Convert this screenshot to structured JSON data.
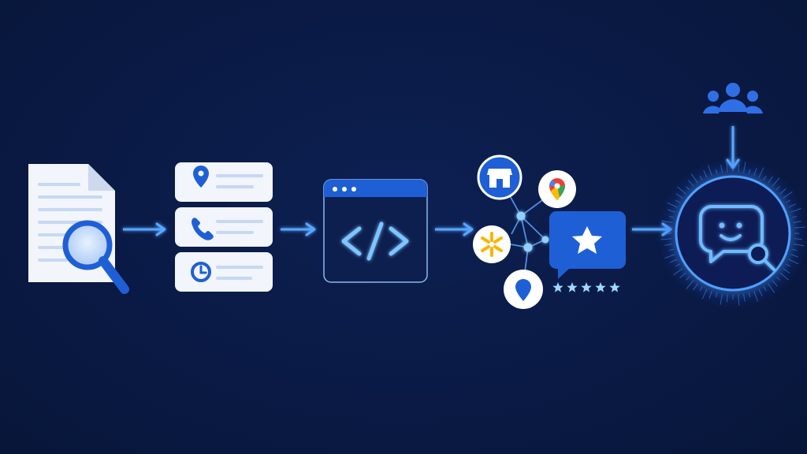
{
  "colors": {
    "background": "#0a1a45",
    "card": "#f2f5fb",
    "card_line": "#c7d8f3",
    "brand_blue": "#1f5fd6",
    "arrow": "#58a6ff",
    "glow": "#3f8cff",
    "node": "#8fd0ff",
    "star": "#9ed8ff"
  },
  "diagram": {
    "steps": [
      {
        "name": "document-audit",
        "icons": [
          "document-icon",
          "magnifier-icon"
        ]
      },
      {
        "name": "business-info-cards",
        "icons": [
          "location-pin-icon",
          "phone-icon",
          "clock-icon"
        ]
      },
      {
        "name": "schema-code-window",
        "icons": [
          "browser-window-icon",
          "code-brackets-icon"
        ]
      },
      {
        "name": "citation-network",
        "icons": [
          "storefront-icon",
          "google-maps-icon",
          "walmart-spark-icon",
          "map-pin-icon",
          "review-star-icon"
        ],
        "rating_stars": 5
      },
      {
        "name": "ai-chat-search",
        "icons": [
          "users-icon",
          "chat-smile-icon",
          "magnifier-icon"
        ]
      }
    ],
    "connectors": 5
  }
}
